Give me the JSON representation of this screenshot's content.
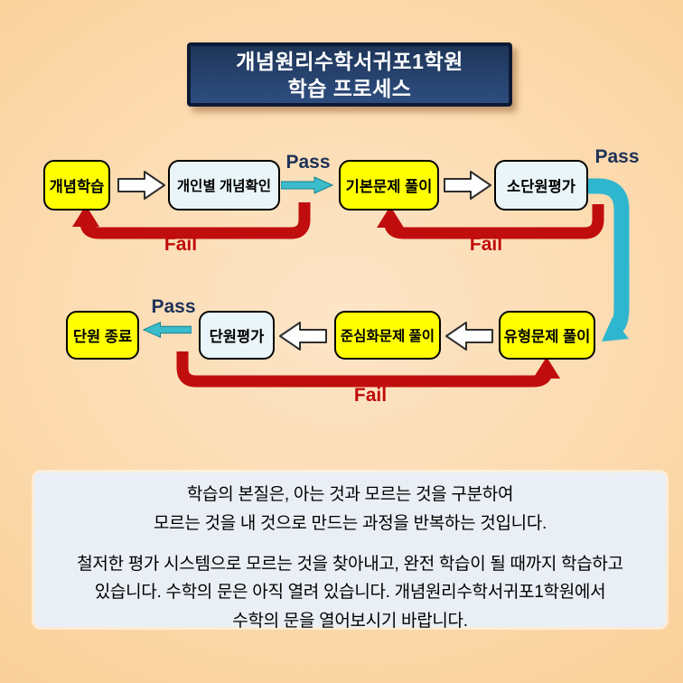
{
  "title": {
    "line1": "개념원리수학서귀포1학원",
    "line2": "학습 프로세스"
  },
  "flowchart": {
    "pass_label": "Pass",
    "fail_label": "Fail",
    "steps": [
      {
        "label": "개념학습"
      },
      {
        "label": "개인별 개념확인"
      },
      {
        "label": "기본문제 풀이"
      },
      {
        "label": "소단원평가"
      },
      {
        "label": "유형문제 풀이"
      },
      {
        "label": "준심화문제 풀이"
      },
      {
        "label": "단원평가"
      },
      {
        "label": "단원 종료"
      }
    ]
  },
  "footer": {
    "para1_line1": "학습의 본질은, 아는 것과 모르는 것을 구분하여",
    "para1_line2": "모르는 것을 내 것으로 만드는 과정을 반복하는 것입니다.",
    "para2_line1": "철저한 평가 시스템으로 모르는 것을 찾아내고, 완전 학습이 될 때까지 학습하고",
    "para2_line2": "있습니다. 수학의 문은 아직 열려 있습니다. 개념원리수학서귀포1학원에서",
    "para2_line3": "수학의 문을 열어보시기 바랍니다."
  },
  "colors": {
    "background_center": "#fde5c8",
    "background_edge": "#f9cf97",
    "title_fill": "#27436f",
    "title_border": "#0d1a33",
    "title_text": "#ffffff",
    "step_yellow": "#ffff00",
    "step_blue": "#e9f5f8",
    "step_border": "#000000",
    "pass_text_navy": "#1d3258",
    "pass_arrow_cyan": "#2fb6cf",
    "fail_arrow_red": "#c00d0d",
    "block_arrow_white": "#ffffff",
    "footer_bg": "#e9eff5",
    "footer_text": "#000000"
  }
}
